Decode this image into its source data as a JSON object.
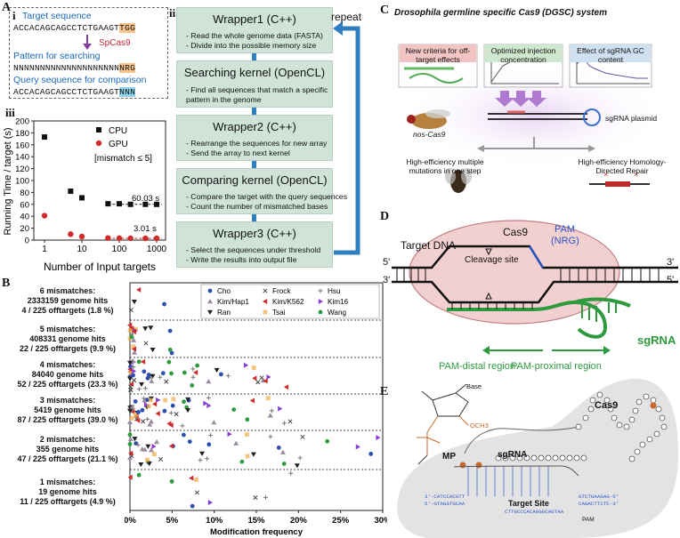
{
  "panelA": {
    "label": "A",
    "i": {
      "label": "i",
      "target_head": "Target sequence",
      "target_seq_a": "ACCACAGCAGCCTCTGAAGT",
      "target_seq_b": "TGG",
      "enzyme": "SpCas9",
      "pattern_head": "Pattern for searching",
      "pattern_seq_a": "NNNNNNNNNNNNNNNNNNNN",
      "pattern_seq_b": "NRG",
      "query_head": "Query sequence for comparison",
      "query_seq_a": "ACCACAGCAGCCTCTGAAGT",
      "query_seq_b": "NNN"
    },
    "ii": {
      "label": "ii",
      "repeat": "repeat",
      "boxes": [
        {
          "title": "Wrapper1 (C++)",
          "lines": [
            "- Read the whole genome data (FASTA)",
            "- Divide into the possible memory size"
          ]
        },
        {
          "title": "Searching kernel (OpenCL)",
          "lines": [
            "- Find all sequences that match a specific",
            "  pattern in the genome"
          ]
        },
        {
          "title": "Wrapper2 (C++)",
          "lines": [
            "- Rearrange the sequences for new array",
            "- Send the array to next kernel"
          ]
        },
        {
          "title": "Comparing kernel (OpenCL)",
          "lines": [
            "- Compare the target with the query sequences",
            "- Count the number of mismatched bases"
          ]
        },
        {
          "title": "Wrapper3 (C++)",
          "lines": [
            "- Select the sequences under threshold",
            "- Write the results into output file"
          ]
        }
      ]
    },
    "iii": {
      "label": "iii",
      "ylabel": "Running Time / target (s)",
      "xlabel": "Number of Input targets",
      "legend": [
        "CPU",
        "GPU"
      ],
      "note": "[mismatch ≤ 5]",
      "cpu_label": "60.03 s",
      "gpu_label": "3.01 s",
      "yticks": [
        "0",
        "20",
        "40",
        "60",
        "80",
        "100",
        "120",
        "140",
        "160",
        "180",
        "200"
      ],
      "xticks": [
        "1",
        "10",
        "100",
        "1000"
      ]
    }
  },
  "chart_data": [
    {
      "type": "scatter",
      "xlabel": "Number of Input targets",
      "ylabel": "Running Time / target (s)",
      "xscale": "log",
      "ylim": [
        0,
        200
      ],
      "series": [
        {
          "name": "CPU",
          "color": "#111111",
          "x": [
            1,
            5,
            10,
            50,
            100,
            200,
            500,
            1000
          ],
          "y": [
            173,
            82,
            71,
            61,
            61,
            60,
            60,
            60
          ]
        },
        {
          "name": "GPU",
          "color": "#d12a2a",
          "x": [
            1,
            5,
            10,
            50,
            100,
            200,
            500,
            1000
          ],
          "y": [
            41,
            10,
            6,
            3.5,
            3.2,
            3.1,
            3.0,
            3.0
          ]
        }
      ]
    },
    {
      "type": "scatter",
      "xlabel": "Modification frequency",
      "xlim": [
        0,
        30
      ],
      "xticks": [
        "0%",
        "5%",
        "10%",
        "15%",
        "20%",
        "25%",
        "30%"
      ],
      "legend": [
        "Cho",
        "Frock",
        "Hsu",
        "Kim/Hap1",
        "Kim/K562",
        "Kim16",
        "Ran",
        "Tsai",
        "Wang"
      ]
    }
  ],
  "panelB": {
    "label": "B",
    "groups": [
      {
        "l1": "6 mismatches:",
        "l2": "2333159 genome hits",
        "l3": "4 / 225 offtargets (1.8 %)"
      },
      {
        "l1": "5 mismatches:",
        "l2": "408331 genome hits",
        "l3": "22 / 225 offtargets (9.9 %)"
      },
      {
        "l1": "4 mismatches:",
        "l2": "84040 genome hits",
        "l3": "52 / 225 offtargets (23.3 %)"
      },
      {
        "l1": "3 mismatches:",
        "l2": "5419 genome hits",
        "l3": "87 / 225 offtargets (39.0 %)"
      },
      {
        "l1": "2 mismatches:",
        "l2": "355 genome hits",
        "l3": "47 / 225 offtargets (21.1 %)"
      },
      {
        "l1": "1 mismatches:",
        "l2": "19 genome hits",
        "l3": "11 / 225 offtargets (4.9 %)"
      }
    ],
    "xlabel": "Modification frequency",
    "xticks": [
      "0%",
      "5%",
      "10%",
      "15%",
      "20%",
      "25%",
      "30%"
    ],
    "legend": [
      {
        "name": "Cho",
        "color": "#2e4fb0",
        "shape": "circle"
      },
      {
        "name": "Kim/Hap1",
        "color": "#9a8aa0",
        "shape": "triangle"
      },
      {
        "name": "Ran",
        "color": "#222222",
        "shape": "tri-down"
      },
      {
        "name": "Frock",
        "color": "#444444",
        "shape": "x"
      },
      {
        "name": "Kim/K562",
        "color": "#d02a2a",
        "shape": "tri-left"
      },
      {
        "name": "Tsai",
        "color": "#f0b050",
        "shape": "square"
      },
      {
        "name": "Hsu",
        "color": "#777777",
        "shape": "plus"
      },
      {
        "name": "Kim16",
        "color": "#8a3fd0",
        "shape": "tri-right"
      },
      {
        "name": "Wang",
        "color": "#2e9a3e",
        "shape": "circle"
      }
    ]
  },
  "panelC": {
    "label": "C",
    "title": "Drosophila germline specific Cas9 (DGSC) system",
    "boxes": [
      "New criteria for off-target effects",
      "Optimized injection concentration",
      "Effect of sgRNA GC content"
    ],
    "plasmid": "sgRNA plasmid",
    "fly": "nos-Cas9",
    "left_outcome": "High-efficiency multiple mutations in one step",
    "right_outcome": "High-efficiency Homology-Directed Repair"
  },
  "panelD": {
    "label": "D",
    "cas9": "Cas9",
    "target": "Target DNA",
    "pam": "PAM",
    "nrg": "(NRG)",
    "cleavage": "Cleavage site",
    "sgrna": "sgRNA",
    "distal": "PAM-distal region",
    "proximal": "PAM-proximal region",
    "five": "5'",
    "three": "3'"
  },
  "panelE": {
    "label": "E",
    "cas9": "Cas9",
    "sgrna": "sgRNA",
    "target": "Target Site",
    "pam": "PAM",
    "mp": "MP",
    "base": "Base",
    "ch3": "OCH3",
    "seq1": "3'-CATCCACGTT",
    "seq2": "5'-GTAGGTGCAA",
    "seq3": "GTCTGAAGAG-5'",
    "seq4": "CAGACTTCTC-3'",
    "seq5": "CTTGCCCACAGGGCAGTAA"
  }
}
